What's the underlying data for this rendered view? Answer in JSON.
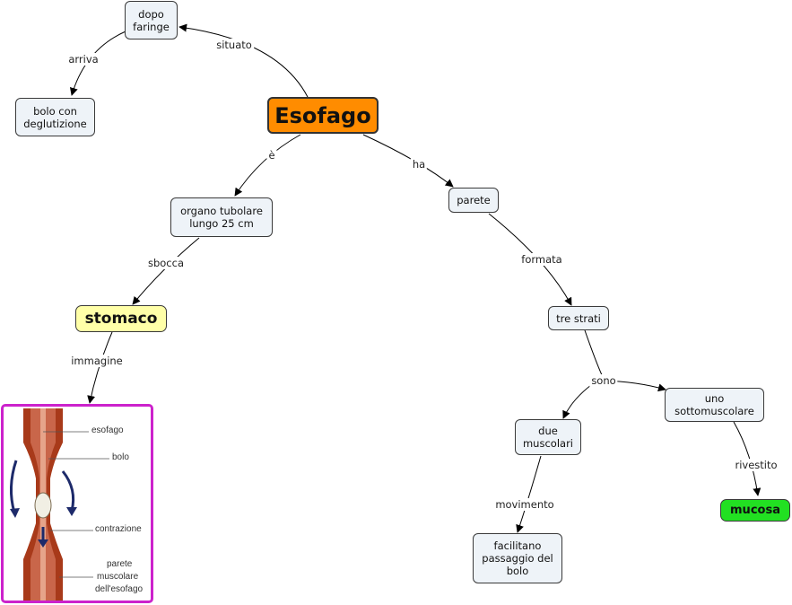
{
  "nodes": {
    "esofago": "Esofago",
    "dopo_faringe": "dopo faringe",
    "bolo_deglutizione": "bolo con deglutizione",
    "organo_tubolare": "organo tubolare lungo 25 cm",
    "parete": "parete",
    "stomaco": "stomaco",
    "tre_strati": "tre strati",
    "uno_sottomuscolare": "uno sottomuscolare",
    "due_muscolari": "due muscolari",
    "mucosa": "mucosa",
    "facilitano": "facilitano passaggio del bolo"
  },
  "links": {
    "situato": "situato",
    "arriva": "arriva",
    "e": "è",
    "ha": "ha",
    "sbocca": "sbocca",
    "formata": "formata",
    "immagine": "immagine",
    "sono": "sono",
    "rivestito": "rivestito",
    "movimento": "movimento"
  },
  "image_captions": {
    "esofago": "esofago",
    "bolo": "bolo",
    "contrazione": "contrazione",
    "parete": "parete",
    "muscolare": "muscolare",
    "dell_esofago": "dell'esofago"
  },
  "colors": {
    "root": "#ff8c00",
    "stomaco": "#ffffa8",
    "mucosa": "#22e022",
    "concept": "#eef3f8",
    "image_border": "#cc22cc"
  }
}
